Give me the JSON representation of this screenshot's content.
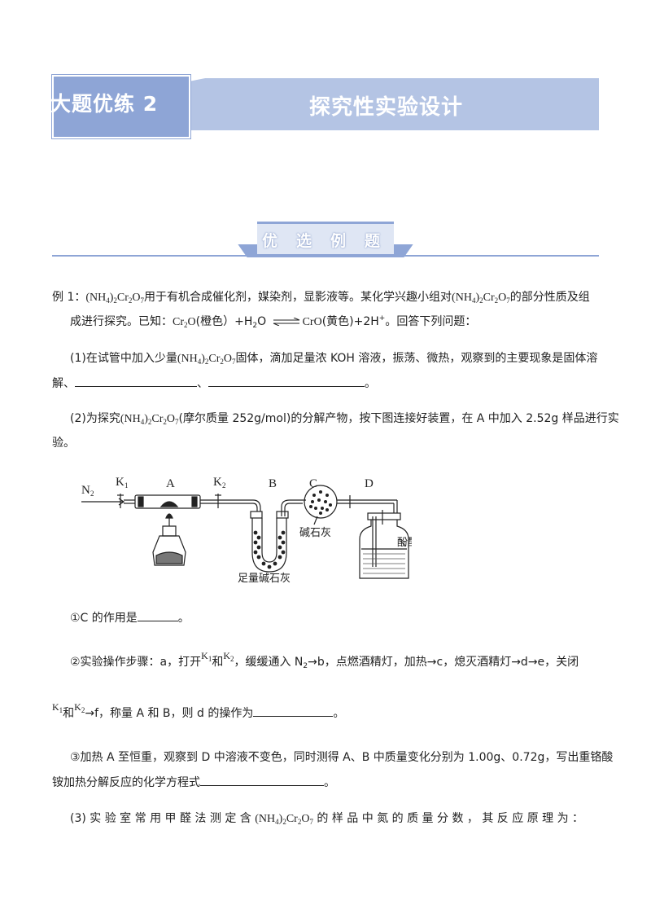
{
  "header": {
    "left_title": "大题优练 2",
    "right_title": "探究性实验设计"
  },
  "section": {
    "label": "优选例题"
  },
  "example": {
    "prefix": "例 1：",
    "intro_line1": "用于有机合成催化剂，媒染剂，显影液等。某化学兴趣小组对",
    "intro_line1_end": "的部分性质及组",
    "intro_line2_a": "成进行探究。已知：",
    "intro_line2_b": "(橙色）+H",
    "intro_line2_c": "O",
    "intro_line2_d": "(黄色)+2H",
    "intro_line2_e": "。回答下列问题："
  },
  "q1": {
    "line1_a": "(1)在试管中加入少量",
    "line1_b": "固体，滴加足量浓 KOH 溶液，振荡、微热，观察到的主要现象是固体溶",
    "line2_a": "解、",
    "sep": "、",
    "end": "。"
  },
  "q2": {
    "line1_a": "(2)为探究",
    "line1_b": "(摩尔质量 252g/mol)的分解产物，按下图连接好装置，在 A 中加入 2.52g 样品进行实",
    "line2": "验。"
  },
  "diagram": {
    "n2": "N",
    "k1": "K",
    "a": "A",
    "k2": "K",
    "b": "B",
    "c": "C",
    "d": "D",
    "soda_lime": "碱石灰",
    "phenol": "酚酞",
    "excess_soda_lime": "足量碱石灰"
  },
  "sub1": {
    "text": "①C 的作用是",
    "end": "。"
  },
  "sub2": {
    "a": "②实验操作步骤：a，打开",
    "and": "和",
    "b": "，缓缓通入 N",
    "c": "→b，点燃酒精灯，加热→c，熄灭酒精灯→d→e，关闭",
    "d": "→f，称量 A 和 B，则 d 的操作为",
    "end": "。"
  },
  "sub3": {
    "line1": "③加热 A 至恒重，观察到 D 中溶液不变色，同时测得 A、B 中质量变化分别为 1.00g、0.72g，写出重铬酸",
    "line2": "铵加热分解反应的化学方程式",
    "end": "。"
  },
  "q3": {
    "a": "(3) 实 验 室 常 用 甲 醛 法 测 定 含",
    "b": "的 样 品 中 氮 的 质 量 分 数 ， 其 反 应 原 理 为 ："
  }
}
